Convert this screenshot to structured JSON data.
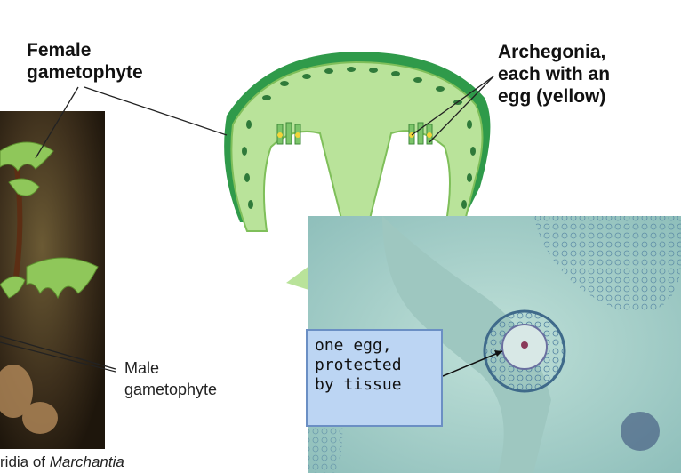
{
  "labels": {
    "female_line1": "Female",
    "female_line2": "gametophyte",
    "archegonia_line1": "Archegonia,",
    "archegonia_line2": "each with an",
    "archegonia_line3": "egg (yellow)",
    "male_line1": "Male",
    "male_line2": "gametophyte",
    "caption_prefix": "ridia of ",
    "caption_italic": "Marchantia"
  },
  "callout": {
    "line1": "one egg,",
    "line2": "protected",
    "line3": "by tissue"
  },
  "colors": {
    "receptacle_light": "#b9e39a",
    "receptacle_dark": "#2f9a4a",
    "egg_yellow": "#f2d53a",
    "micrograph_bg": "#a9cfc9",
    "photo_dark": "#3d2f1c",
    "callout_bg": "#bcd5f3"
  }
}
